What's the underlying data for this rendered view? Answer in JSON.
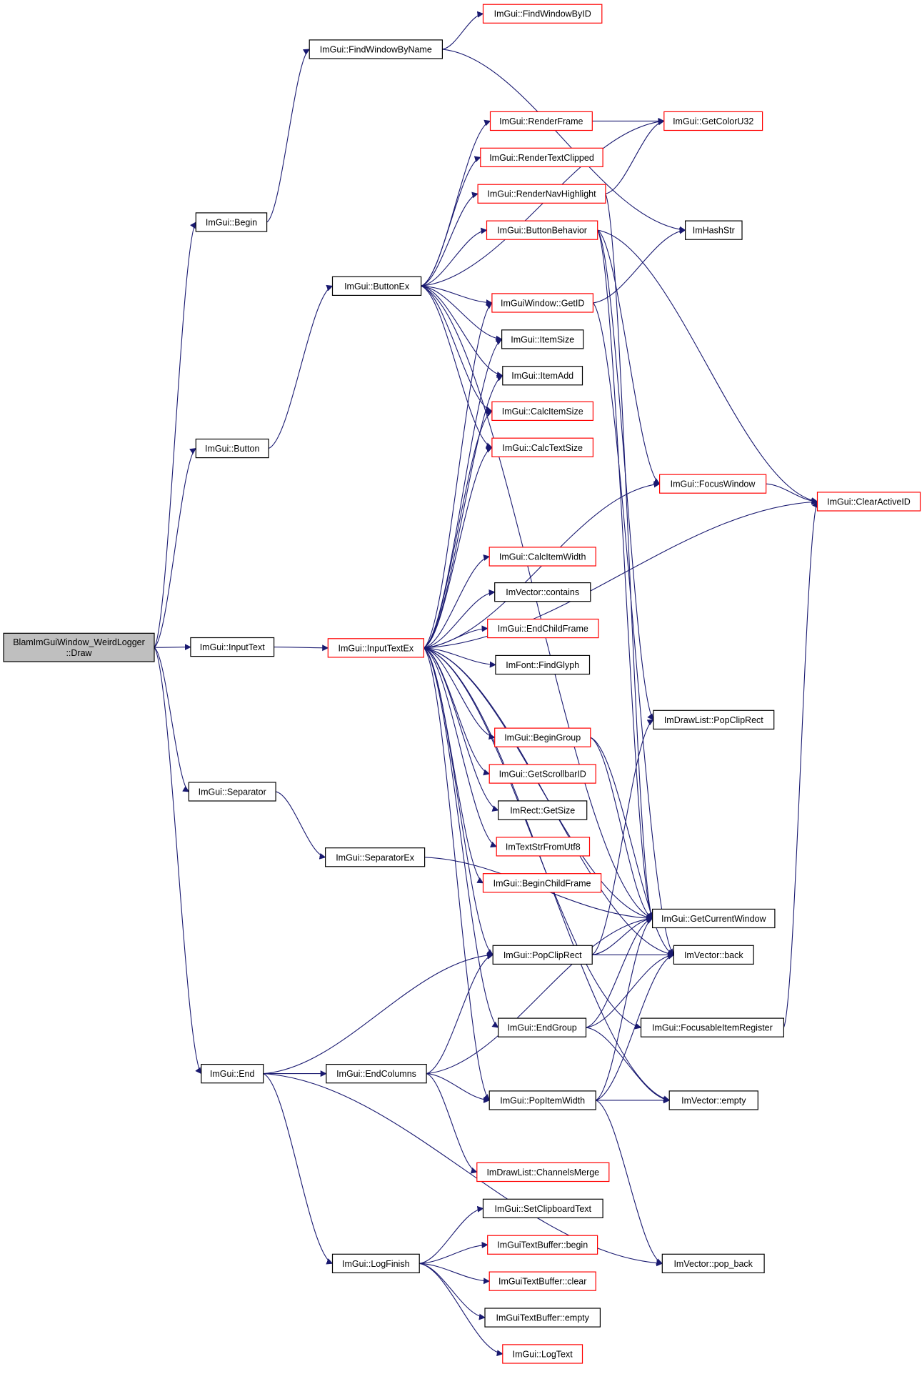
{
  "colors": {
    "edge": "#191970",
    "border_normal": "#000000",
    "border_truncated": "#ff0000",
    "root_fill": "#bfbfbf",
    "node_fill": "#ffffff"
  },
  "nodes": [
    {
      "id": "root",
      "lines": [
        "BlamImGuiWindow_WeirdLogger",
        "::Draw"
      ],
      "style": "root"
    },
    {
      "id": "begin",
      "lines": [
        "ImGui::Begin"
      ],
      "style": "normal"
    },
    {
      "id": "button",
      "lines": [
        "ImGui::Button"
      ],
      "style": "normal"
    },
    {
      "id": "inputtext",
      "lines": [
        "ImGui::InputText"
      ],
      "style": "normal"
    },
    {
      "id": "separator",
      "lines": [
        "ImGui::Separator"
      ],
      "style": "normal"
    },
    {
      "id": "end",
      "lines": [
        "ImGui::End"
      ],
      "style": "normal"
    },
    {
      "id": "findbyname",
      "lines": [
        "ImGui::FindWindowByName"
      ],
      "style": "normal"
    },
    {
      "id": "findbyid",
      "lines": [
        "ImGui::FindWindowByID"
      ],
      "style": "truncated"
    },
    {
      "id": "buttonex",
      "lines": [
        "ImGui::ButtonEx"
      ],
      "style": "normal"
    },
    {
      "id": "inputtextex",
      "lines": [
        "ImGui::InputTextEx"
      ],
      "style": "truncated"
    },
    {
      "id": "separatorex",
      "lines": [
        "ImGui::SeparatorEx"
      ],
      "style": "normal"
    },
    {
      "id": "endcolumns",
      "lines": [
        "ImGui::EndColumns"
      ],
      "style": "normal"
    },
    {
      "id": "logfinish",
      "lines": [
        "ImGui::LogFinish"
      ],
      "style": "normal"
    },
    {
      "id": "renderframe",
      "lines": [
        "ImGui::RenderFrame"
      ],
      "style": "truncated"
    },
    {
      "id": "rendertextclipped",
      "lines": [
        "ImGui::RenderTextClipped"
      ],
      "style": "truncated"
    },
    {
      "id": "rendernavhighlight",
      "lines": [
        "ImGui::RenderNavHighlight"
      ],
      "style": "truncated"
    },
    {
      "id": "buttonbehavior",
      "lines": [
        "ImGui::ButtonBehavior"
      ],
      "style": "truncated"
    },
    {
      "id": "getid",
      "lines": [
        "ImGuiWindow::GetID"
      ],
      "style": "truncated"
    },
    {
      "id": "itemsize",
      "lines": [
        "ImGui::ItemSize"
      ],
      "style": "normal"
    },
    {
      "id": "itemadd",
      "lines": [
        "ImGui::ItemAdd"
      ],
      "style": "normal"
    },
    {
      "id": "calcitemsize",
      "lines": [
        "ImGui::CalcItemSize"
      ],
      "style": "truncated"
    },
    {
      "id": "calctextsize",
      "lines": [
        "ImGui::CalcTextSize"
      ],
      "style": "truncated"
    },
    {
      "id": "calcitemwidth",
      "lines": [
        "ImGui::CalcItemWidth"
      ],
      "style": "truncated"
    },
    {
      "id": "contains",
      "lines": [
        "ImVector::contains"
      ],
      "style": "normal"
    },
    {
      "id": "endchildframe",
      "lines": [
        "ImGui::EndChildFrame"
      ],
      "style": "truncated"
    },
    {
      "id": "findglyph",
      "lines": [
        "ImFont::FindGlyph"
      ],
      "style": "normal"
    },
    {
      "id": "begingroup",
      "lines": [
        "ImGui::BeginGroup"
      ],
      "style": "truncated"
    },
    {
      "id": "getscrollbarid",
      "lines": [
        "ImGui::GetScrollbarID"
      ],
      "style": "truncated"
    },
    {
      "id": "getsize",
      "lines": [
        "ImRect::GetSize"
      ],
      "style": "normal"
    },
    {
      "id": "textstrfromutf8",
      "lines": [
        "ImTextStrFromUtf8"
      ],
      "style": "truncated"
    },
    {
      "id": "beginchildframe",
      "lines": [
        "ImGui::BeginChildFrame"
      ],
      "style": "truncated"
    },
    {
      "id": "popcliprect",
      "lines": [
        "ImGui::PopClipRect"
      ],
      "style": "normal"
    },
    {
      "id": "endgroup",
      "lines": [
        "ImGui::EndGroup"
      ],
      "style": "normal"
    },
    {
      "id": "popitemwidth",
      "lines": [
        "ImGui::PopItemWidth"
      ],
      "style": "normal"
    },
    {
      "id": "channelsmerge",
      "lines": [
        "ImDrawList::ChannelsMerge"
      ],
      "style": "truncated"
    },
    {
      "id": "setclipboardtext",
      "lines": [
        "ImGui::SetClipboardText"
      ],
      "style": "normal"
    },
    {
      "id": "tbbegin",
      "lines": [
        "ImGuiTextBuffer::begin"
      ],
      "style": "truncated"
    },
    {
      "id": "tbclear",
      "lines": [
        "ImGuiTextBuffer::clear"
      ],
      "style": "truncated"
    },
    {
      "id": "tbempty",
      "lines": [
        "ImGuiTextBuffer::empty"
      ],
      "style": "normal"
    },
    {
      "id": "logtext",
      "lines": [
        "ImGui::LogText"
      ],
      "style": "truncated"
    },
    {
      "id": "getcoloru32",
      "lines": [
        "ImGui::GetColorU32"
      ],
      "style": "truncated"
    },
    {
      "id": "imhashstr",
      "lines": [
        "ImHashStr"
      ],
      "style": "normal"
    },
    {
      "id": "focuswindow",
      "lines": [
        "ImGui::FocusWindow"
      ],
      "style": "truncated"
    },
    {
      "id": "clearactiveid",
      "lines": [
        "ImGui::ClearActiveID"
      ],
      "style": "truncated"
    },
    {
      "id": "dlpopcliprect",
      "lines": [
        "ImDrawList::PopClipRect"
      ],
      "style": "normal"
    },
    {
      "id": "getcurrentwindow",
      "lines": [
        "ImGui::GetCurrentWindow"
      ],
      "style": "normal"
    },
    {
      "id": "vecback",
      "lines": [
        "ImVector::back"
      ],
      "style": "normal"
    },
    {
      "id": "focusableitemregister",
      "lines": [
        "ImGui::FocusableItemRegister"
      ],
      "style": "normal"
    },
    {
      "id": "vecempty",
      "lines": [
        "ImVector::empty"
      ],
      "style": "normal"
    },
    {
      "id": "vecpopback",
      "lines": [
        "ImVector::pop_back"
      ],
      "style": "normal"
    }
  ],
  "edges": [
    [
      "root",
      "begin"
    ],
    [
      "root",
      "button"
    ],
    [
      "root",
      "inputtext"
    ],
    [
      "root",
      "separator"
    ],
    [
      "root",
      "end"
    ],
    [
      "begin",
      "findbyname"
    ],
    [
      "findbyname",
      "findbyid"
    ],
    [
      "findbyname",
      "imhashstr"
    ],
    [
      "button",
      "buttonex"
    ],
    [
      "inputtext",
      "inputtextex"
    ],
    [
      "separator",
      "separatorex"
    ],
    [
      "buttonex",
      "renderframe"
    ],
    [
      "buttonex",
      "rendertextclipped"
    ],
    [
      "buttonex",
      "rendernavhighlight"
    ],
    [
      "buttonex",
      "buttonbehavior"
    ],
    [
      "buttonex",
      "getid"
    ],
    [
      "buttonex",
      "itemsize"
    ],
    [
      "buttonex",
      "itemadd"
    ],
    [
      "buttonex",
      "calcitemsize"
    ],
    [
      "buttonex",
      "calctextsize"
    ],
    [
      "buttonex",
      "getcoloru32"
    ],
    [
      "buttonex",
      "getcurrentwindow"
    ],
    [
      "renderframe",
      "getcoloru32"
    ],
    [
      "rendernavhighlight",
      "getcoloru32"
    ],
    [
      "rendernavhighlight",
      "getcurrentwindow"
    ],
    [
      "buttonbehavior",
      "focuswindow"
    ],
    [
      "buttonbehavior",
      "clearactiveid"
    ],
    [
      "buttonbehavior",
      "getcurrentwindow"
    ],
    [
      "buttonbehavior",
      "dlpopcliprect"
    ],
    [
      "getid",
      "imhashstr"
    ],
    [
      "getid",
      "vecback"
    ],
    [
      "focuswindow",
      "clearactiveid"
    ],
    [
      "inputtextex",
      "getid"
    ],
    [
      "inputtextex",
      "itemsize"
    ],
    [
      "inputtextex",
      "itemadd"
    ],
    [
      "inputtextex",
      "calcitemsize"
    ],
    [
      "inputtextex",
      "calctextsize"
    ],
    [
      "inputtextex",
      "focuswindow"
    ],
    [
      "inputtextex",
      "clearactiveid"
    ],
    [
      "inputtextex",
      "calcitemwidth"
    ],
    [
      "inputtextex",
      "contains"
    ],
    [
      "inputtextex",
      "endchildframe"
    ],
    [
      "inputtextex",
      "findglyph"
    ],
    [
      "inputtextex",
      "begingroup"
    ],
    [
      "inputtextex",
      "getscrollbarid"
    ],
    [
      "inputtextex",
      "getsize"
    ],
    [
      "inputtextex",
      "textstrfromutf8"
    ],
    [
      "inputtextex",
      "beginchildframe"
    ],
    [
      "inputtextex",
      "popcliprect"
    ],
    [
      "inputtextex",
      "endgroup"
    ],
    [
      "inputtextex",
      "popitemwidth"
    ],
    [
      "inputtextex",
      "getcurrentwindow"
    ],
    [
      "inputtextex",
      "focusableitemregister"
    ],
    [
      "inputtextex",
      "vecempty"
    ],
    [
      "inputtextex",
      "vecback"
    ],
    [
      "begingroup",
      "getcurrentwindow"
    ],
    [
      "begingroup",
      "vecback"
    ],
    [
      "separatorex",
      "getcurrentwindow"
    ],
    [
      "popcliprect",
      "dlpopcliprect"
    ],
    [
      "popcliprect",
      "getcurrentwindow"
    ],
    [
      "popcliprect",
      "vecback"
    ],
    [
      "endgroup",
      "getcurrentwindow"
    ],
    [
      "endgroup",
      "vecback"
    ],
    [
      "endgroup",
      "vecempty"
    ],
    [
      "popitemwidth",
      "getcurrentwindow"
    ],
    [
      "popitemwidth",
      "vecback"
    ],
    [
      "popitemwidth",
      "vecempty"
    ],
    [
      "popitemwidth",
      "vecpopback"
    ],
    [
      "focusableitemregister",
      "clearactiveid"
    ],
    [
      "end",
      "popcliprect"
    ],
    [
      "end",
      "endcolumns"
    ],
    [
      "end",
      "logfinish"
    ],
    [
      "end",
      "vecpopback"
    ],
    [
      "endcolumns",
      "popcliprect"
    ],
    [
      "endcolumns",
      "getcurrentwindow"
    ],
    [
      "endcolumns",
      "popitemwidth"
    ],
    [
      "endcolumns",
      "channelsmerge"
    ],
    [
      "logfinish",
      "setclipboardtext"
    ],
    [
      "logfinish",
      "tbbegin"
    ],
    [
      "logfinish",
      "tbclear"
    ],
    [
      "logfinish",
      "tbempty"
    ],
    [
      "logfinish",
      "logtext"
    ]
  ]
}
